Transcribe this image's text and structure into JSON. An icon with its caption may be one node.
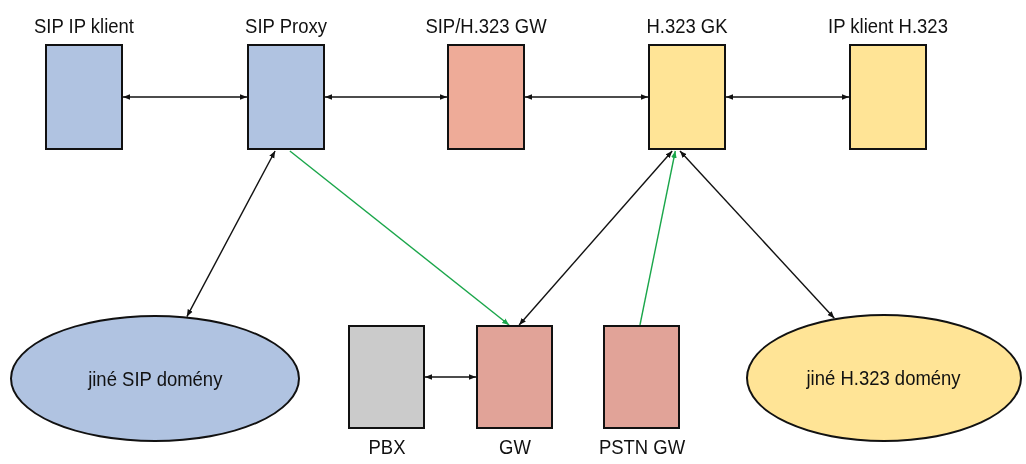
{
  "diagram": {
    "nodes": [
      {
        "text": [
          "SIP IP klient"
        ]
      },
      {
        "text": [
          "SIP Proxy"
        ]
      },
      {
        "text": [
          "SIP/H.323 GW"
        ]
      },
      {
        "text": [
          "H.323 GK"
        ]
      },
      {
        "text": [
          "IP klient H.323"
        ]
      },
      {
        "text": [
          "jiné SIP domény"
        ]
      },
      {
        "text": [
          "PBX"
        ]
      },
      {
        "text": [
          "GW"
        ]
      },
      {
        "text": [
          "PSTN GW"
        ]
      },
      {
        "text": [
          "jiné H.323 domény"
        ]
      }
    ],
    "edges": [
      {
        "from": 0,
        "to": 1,
        "arrow": "both"
      },
      {
        "from": 1,
        "to": 2,
        "arrow": "both"
      },
      {
        "from": 2,
        "to": 3,
        "arrow": "both"
      },
      {
        "from": 3,
        "to": 4,
        "arrow": "both"
      },
      {
        "from": 1,
        "to": 5,
        "arrow": "both"
      },
      {
        "from": 1,
        "to": 7,
        "arrow": "to",
        "color": "#1aa64a"
      },
      {
        "from": 3,
        "to": 7,
        "arrow": "both"
      },
      {
        "from": 8,
        "to": 3,
        "arrow": "to",
        "color": "#1aa64a"
      },
      {
        "from": 3,
        "to": 9,
        "arrow": "both"
      },
      {
        "from": 6,
        "to": 7,
        "arrow": "both"
      }
    ]
  }
}
